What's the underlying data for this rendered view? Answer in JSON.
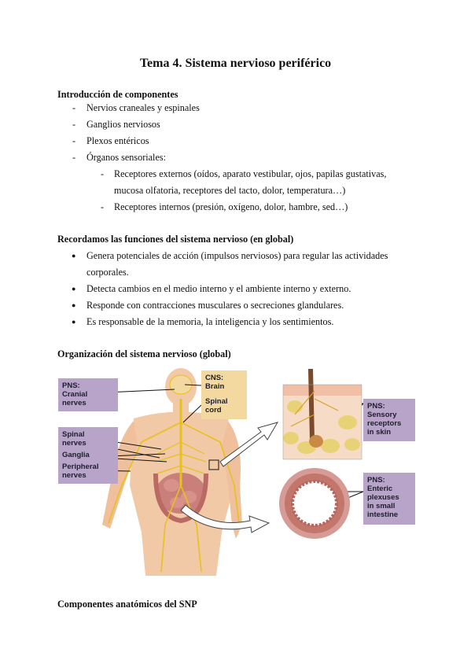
{
  "title": "Tema 4. Sistema nervioso periférico",
  "section1": {
    "heading": "Introducción de componentes",
    "items": [
      "Nervios craneales y espinales",
      "Ganglios nerviosos",
      "Plexos entéricos",
      "Órganos sensoriales:"
    ],
    "subitems": [
      "Receptores externos (oídos, aparato vestibular, ojos, papilas gustativas,",
      "mucosa olfatoria, receptores del tacto, dolor, temperatura…)",
      "Receptores internos (presión, oxígeno, dolor, hambre, sed…)"
    ]
  },
  "section2": {
    "heading": "Recordamos las funciones del sistema nervioso (en global)",
    "bullets": [
      "Genera potenciales de acción (impulsos nerviosos) para regular las actividades",
      "corporales.",
      "Detecta cambios en el medio interno y el ambiente interno y externo.",
      "Responde con contracciones musculares o secreciones glandulares.",
      "Es responsable de la memoria, la inteligencia y los sentimientos."
    ]
  },
  "section3": {
    "heading": "Organización del sistema nervioso (global)",
    "figure": {
      "pns_left": [
        "PNS:",
        "Cranial",
        "nerves"
      ],
      "pns_left2": [
        "Spinal",
        "nerves",
        "Ganglia",
        "Peripheral",
        "nerves"
      ],
      "cns": [
        "CNS:",
        "Brain",
        "",
        "Spinal",
        "cord"
      ],
      "pns_skin": [
        "PNS:",
        "Sensory",
        "receptors",
        "in skin"
      ],
      "pns_enteric": [
        "PNS:",
        "Enteric",
        "plexuses",
        "in small",
        "intestine"
      ]
    }
  },
  "section4": {
    "heading": "Componentes anatómicos del SNP"
  },
  "colors": {
    "pns_box": "#b8a3c9",
    "cns_box": "#f3d9a0",
    "skin": "#f2c9a6",
    "nerve": "#e6c21a"
  }
}
